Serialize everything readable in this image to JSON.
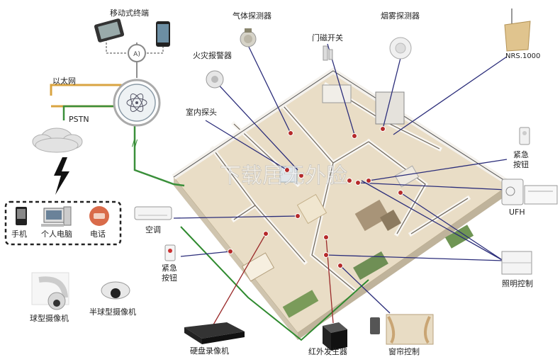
{
  "labels": {
    "mobile_remote": "移动式终端",
    "gas_detector": "气体探测器",
    "smoke_detector": "烟雾探测器",
    "door_switch": "门磁开关",
    "fire_alarm": "火灾报警器",
    "antenna_brand": "NRS.1000",
    "internet": "以太网",
    "pstn": "PSTN",
    "indoor_probe": "室内探头",
    "emergency_button": "紧急按钮",
    "ufh": "UFH",
    "phone": "手机",
    "pc": "个人电脑",
    "telephone": "电话",
    "aircon": "空调",
    "emergency_button_2": "紧急按钮",
    "lighting_control": "照明控制",
    "dome_camera": "球型摄像机",
    "half_dome_camera": "半球型摄像机",
    "dvr": "硬盘录像机",
    "ir_sensor": "红外发生器",
    "curtain_control": "窗帘控制",
    "watermark": "下载居无外脸"
  },
  "colors": {
    "internet_line": "#d9a441",
    "pstn_line": "#3a8f3a",
    "signal_line": "#2b2d7a",
    "red_line": "#9a2a2a",
    "floor": "#e9ddc6",
    "wall": "#f4f1ec"
  },
  "icons": {
    "hub": "control-hub-icon",
    "cloud": "cloud-icon",
    "lightning": "lightning-icon"
  }
}
